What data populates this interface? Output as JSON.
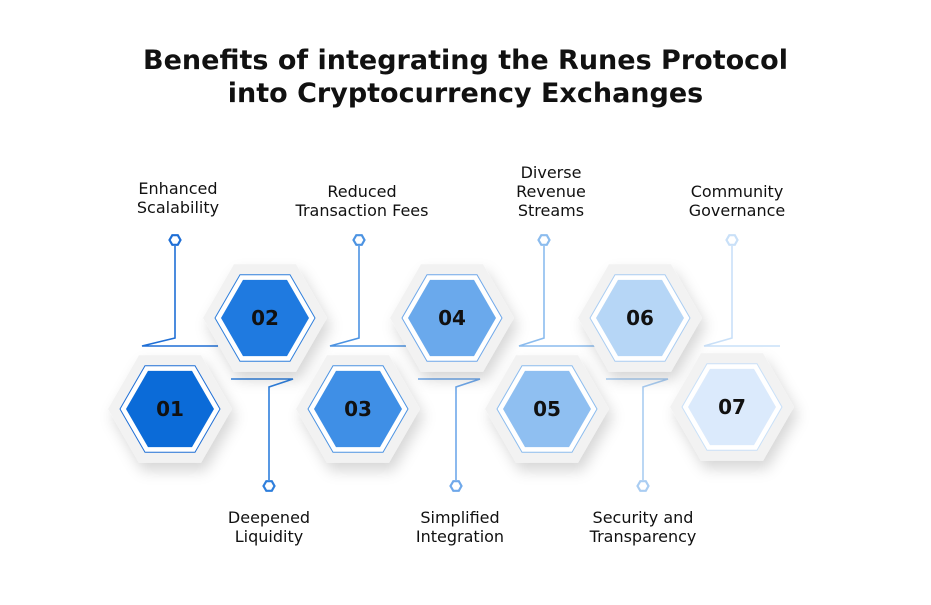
{
  "title": {
    "line1": "Benefits of integrating the Runes Protocol",
    "line2": "into Cryptocurrency Exchanges"
  },
  "steps": [
    {
      "number": "01",
      "label": [
        "Enhanced",
        "Scalability"
      ],
      "color": "#0b6bd8"
    },
    {
      "number": "02",
      "label": [
        "Deepened",
        "Liquidity"
      ],
      "color": "#1f7ae0"
    },
    {
      "number": "03",
      "label": [
        "Reduced",
        "Transaction Fees"
      ],
      "color": "#3f8fe6"
    },
    {
      "number": "04",
      "label": [
        "Simplified",
        "Integration"
      ],
      "color": "#6aa9ec"
    },
    {
      "number": "05",
      "label": [
        "Diverse",
        "Revenue",
        "Streams"
      ],
      "color": "#8fbff1"
    },
    {
      "number": "06",
      "label": [
        "Security and",
        "Transparency"
      ],
      "color": "#b6d6f6"
    },
    {
      "number": "07",
      "label": [
        "Community",
        "Governance"
      ],
      "color": "#dbeafc"
    }
  ]
}
